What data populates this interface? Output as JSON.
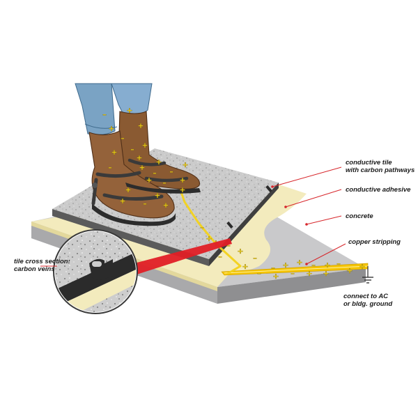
{
  "labels": {
    "conductive_tile_line1": "conductive tile",
    "conductive_tile_line2": "with carbon pathways",
    "conductive_adhesive": "conductive adhesive",
    "concrete": "concrete",
    "copper_stripping": "copper stripping",
    "connect_line1": "connect to AC",
    "connect_line2": "or bldg. ground",
    "cross_section_line1": "tile cross section:",
    "cross_section_line2": "carbon veins"
  },
  "charge_symbols": {
    "plus": "+",
    "minus": "–"
  },
  "colors": {
    "leader_line": "#d7262b",
    "charge": "#f2d21b",
    "copper": "#f5c400",
    "adhesive": "#f3ebbd",
    "concrete": "#cdcdcf",
    "tile": "#c9c9c9",
    "carbon_vein": "#2b2b2b",
    "jeans": "#7aa3c4",
    "sock": "#8a5a32"
  },
  "icons": [
    "ground-symbol-icon"
  ]
}
